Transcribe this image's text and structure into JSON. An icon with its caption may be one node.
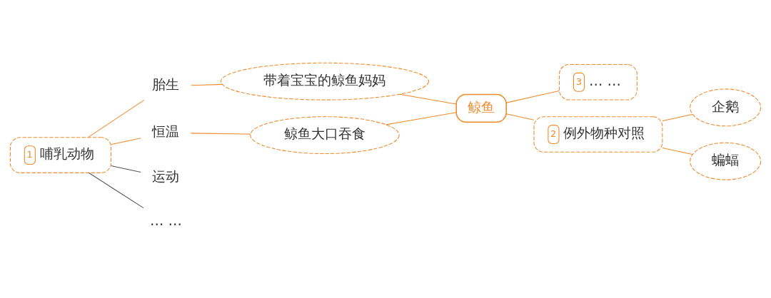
{
  "diagram": {
    "nodes": [
      {
        "text": [
          "1",
          "哺乳动物"
        ]
      },
      {
        "text": [
          "胎生"
        ]
      },
      {
        "text": [
          "恒温"
        ]
      },
      {
        "text": [
          "运动"
        ]
      },
      {
        "text": [
          "… …"
        ]
      },
      {
        "text": [
          "带着宝宝的鲸鱼妈妈"
        ]
      },
      {
        "text": [
          "鲸鱼大口吞食"
        ]
      },
      {
        "text": [
          "鲸鱼"
        ]
      },
      {
        "text": [
          "3",
          "… …"
        ]
      },
      {
        "text": [
          "2",
          "例外物种对照"
        ]
      },
      {
        "text": [
          "企鹅"
        ]
      },
      {
        "text": [
          "蝙蝠"
        ]
      }
    ],
    "edges": [
      {
        "from": 0,
        "to": 1,
        "arrow": "none"
      },
      {
        "from": 0,
        "to": 2,
        "arrow": "none"
      },
      {
        "from": 0,
        "to": 3,
        "arrow": "none",
        "color": "#555555"
      },
      {
        "from": 0,
        "to": 4,
        "arrow": "none",
        "color": "#555555"
      },
      {
        "from": 1,
        "to": 5,
        "arrow": "none"
      },
      {
        "from": 2,
        "to": 6,
        "arrow": "none"
      },
      {
        "from": 5,
        "to": 7,
        "arrow": "none"
      },
      {
        "from": 6,
        "to": 7,
        "arrow": "none"
      },
      {
        "from": 7,
        "to": 8,
        "arrow": "none"
      },
      {
        "from": 7,
        "to": 9,
        "arrow": "none"
      },
      {
        "from": 9,
        "to": 10,
        "arrow": "none"
      },
      {
        "from": 9,
        "to": 11,
        "arrow": "none"
      }
    ]
  }
}
